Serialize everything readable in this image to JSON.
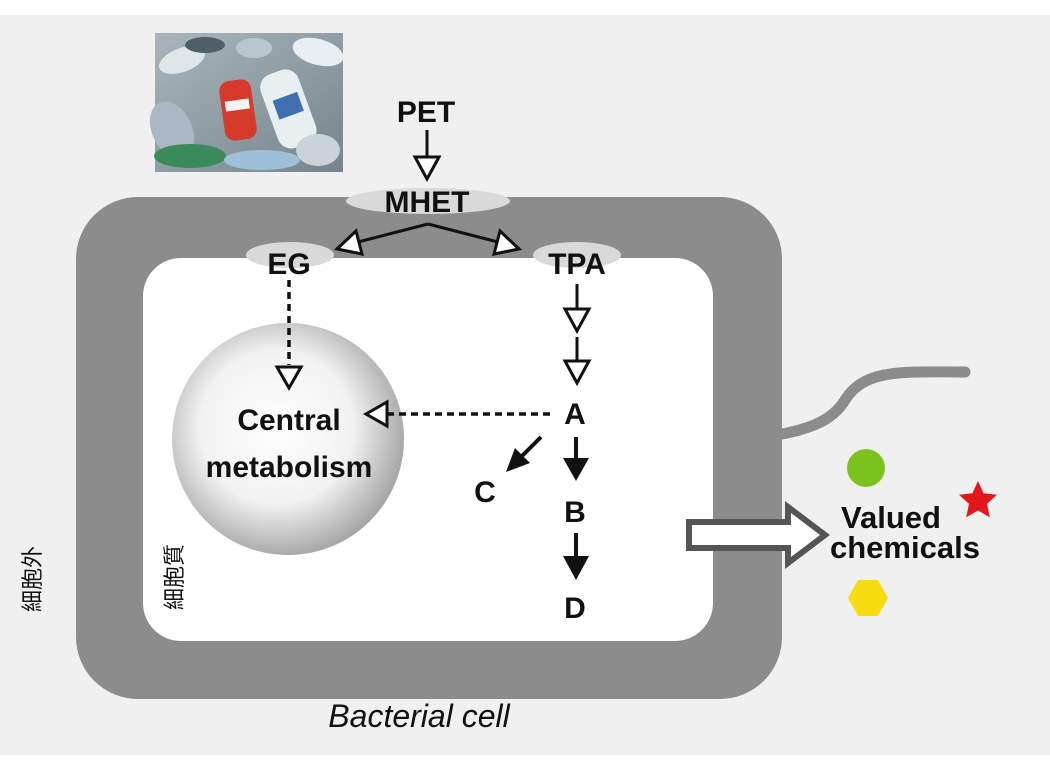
{
  "labels": {
    "pet": "PET",
    "mhet": "MHET",
    "eg": "EG",
    "tpa": "TPA",
    "central_line1": "Central",
    "central_line2": "metabolism",
    "a": "A",
    "b": "B",
    "c": "C",
    "d": "D",
    "valued_line1": "Valued",
    "valued_line2": "chemicals",
    "extracellular": "細胞外",
    "cytoplasm": "細胞質",
    "caption": "Bacterial cell"
  },
  "colors": {
    "background": "#f0f0f0",
    "cell_wall": "#8c8c8c",
    "cytoplasm": "#ffffff",
    "transporter": "#d9d9d9",
    "flagellum": "#8c8c8c",
    "green_circle": "#7cc21c",
    "red_star": "#e3161c",
    "yellow_hexagon": "#f7dc10",
    "text": "#111111"
  },
  "icons": {
    "photo": "plastic-bottles-photo",
    "product_markers": [
      "green-circle-icon",
      "red-star-icon",
      "yellow-hexagon-icon"
    ]
  }
}
